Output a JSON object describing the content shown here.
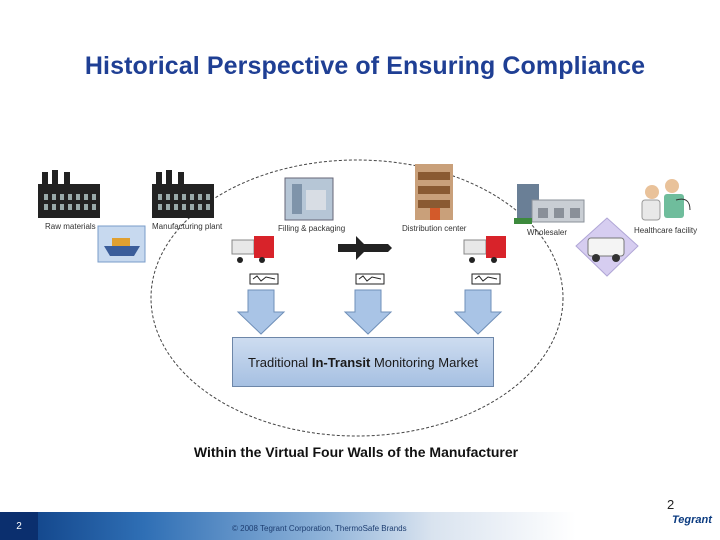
{
  "title": "Historical Perspective of Ensuring Compliance",
  "nodes": [
    {
      "id": "raw",
      "label": "Raw materials",
      "icon": "factory-icon"
    },
    {
      "id": "manu",
      "label": "Manufacturing plant",
      "icon": "factory-icon"
    },
    {
      "id": "fill",
      "label": "Filling & packaging",
      "icon": "machinery-icon"
    },
    {
      "id": "dist",
      "label": "Distribution center",
      "icon": "warehouse-icon"
    },
    {
      "id": "whole",
      "label": "Wholesaler",
      "icon": "warehouse-building-icon"
    },
    {
      "id": "health",
      "label": "Healthcare facility",
      "icon": "healthcare-icon"
    }
  ],
  "transport": [
    "ship",
    "truck",
    "airplane",
    "truck",
    "van"
  ],
  "monitors": [
    "data-logger-icon",
    "data-logger-icon",
    "data-logger-icon"
  ],
  "market_box": {
    "text_plain": "Traditional",
    "text_bold": "In-Transit",
    "text_end": "Monitoring Market"
  },
  "caption": "Within the Virtual Four Walls of the Manufacturer",
  "footer": {
    "slide_number": "2",
    "page_number": "2",
    "copyright": "© 2008 Tegrant Corporation, ThermoSafe Brands",
    "logo": "Tegrant"
  },
  "colors": {
    "title": "#1f3f94",
    "arrow": "#a9c4e6",
    "box": "#b8cdea"
  }
}
